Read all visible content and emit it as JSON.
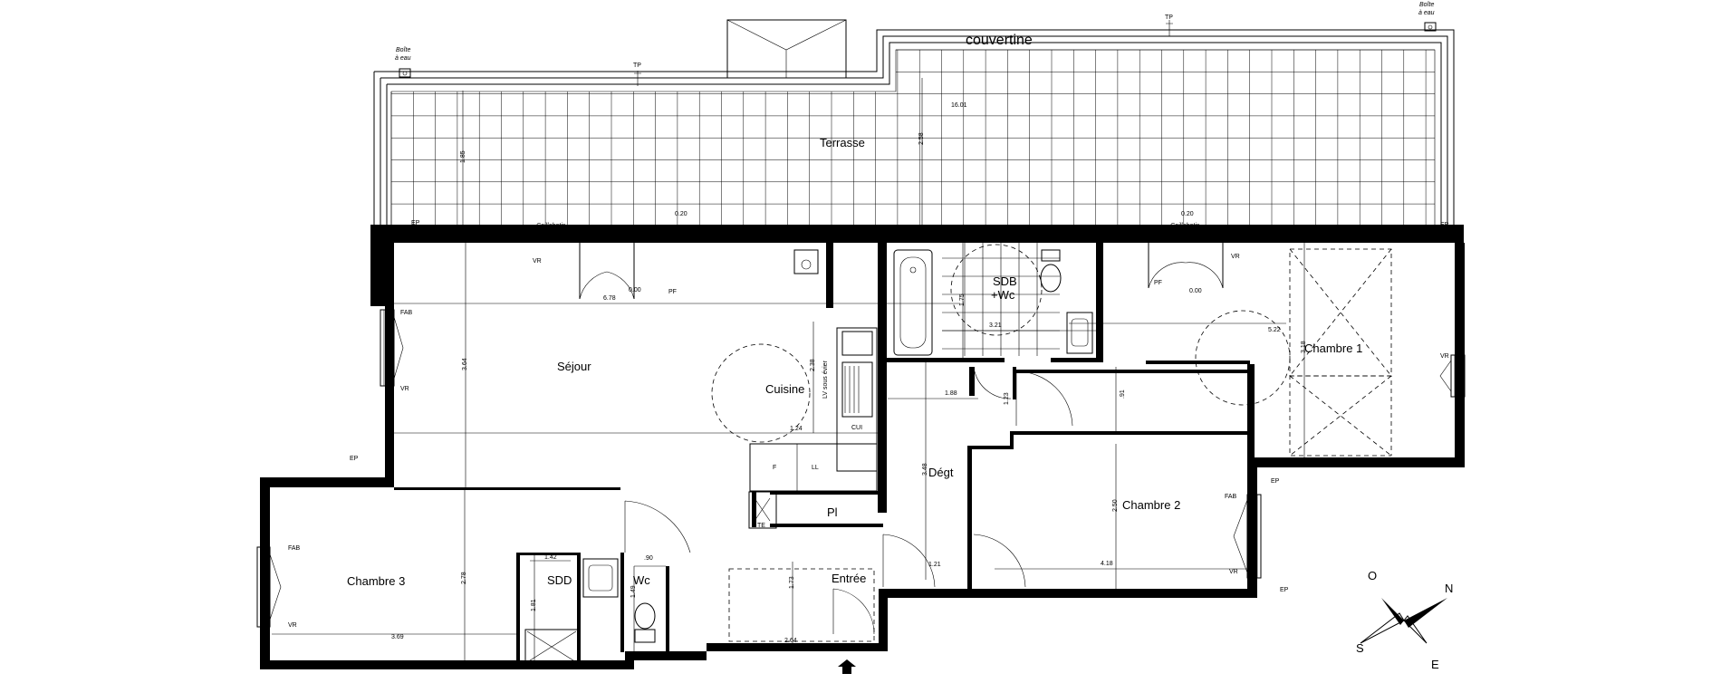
{
  "plan": {
    "rooms": {
      "terrasse": "Terrasse",
      "sejour": "Séjour",
      "cuisine": "Cuisine",
      "sdb_line1": "SDB",
      "sdb_line2": "+Wc",
      "chambre1": "Chambre 1",
      "chambre2": "Chambre 2",
      "chambre3": "Chambre 3",
      "degt": "Dégt",
      "entree": "Entrée",
      "sdd": "SDD",
      "wc": "Wc",
      "pl": "Pl"
    },
    "labels": {
      "couvertine": "couvertine",
      "boite_line1": "Boîte",
      "boite_line2": "à eau",
      "tp": "TP",
      "caillebotis": "Caillebotis",
      "vr": "VR",
      "fab": "FAB",
      "ep": "EP",
      "pf": "PF",
      "f": "F",
      "ll": "LL",
      "cui": "CUI",
      "lv": "LV sous évier",
      "te": "TE",
      "level_020": "0.20",
      "level_000": "0.00"
    },
    "dimensions": {
      "terrasse_length": "16.01",
      "terrasse_depth_left": "1.85",
      "terrasse_depth_mid": "2.58",
      "sejour_width": "6.78",
      "sejour_depth": "3.64",
      "cuisine_depth": "2.38",
      "cuisine_width": "1.24",
      "sdb_width": "3.21",
      "sdb_depth": "1.75",
      "degt_width": "1.88",
      "degt_small": "1.23",
      "degt_depth": "3.48",
      "degt_door": "1.21",
      "ch2_small": ".91",
      "ch2_depth": "2.50",
      "ch2_width": "4.18",
      "ch1_width": "5.22",
      "ch1_depth": "3.18",
      "ch3_depth": "2.78",
      "ch3_width": "3.69",
      "sdd_width": "1.42",
      "sdd_depth": "1.81",
      "wc_width": ".90",
      "wc_depth": "1.49",
      "entree_depth": "1.73",
      "entree_width": "2.64"
    },
    "compass": {
      "n": "N",
      "s": "S",
      "e": "E",
      "o": "O"
    }
  }
}
